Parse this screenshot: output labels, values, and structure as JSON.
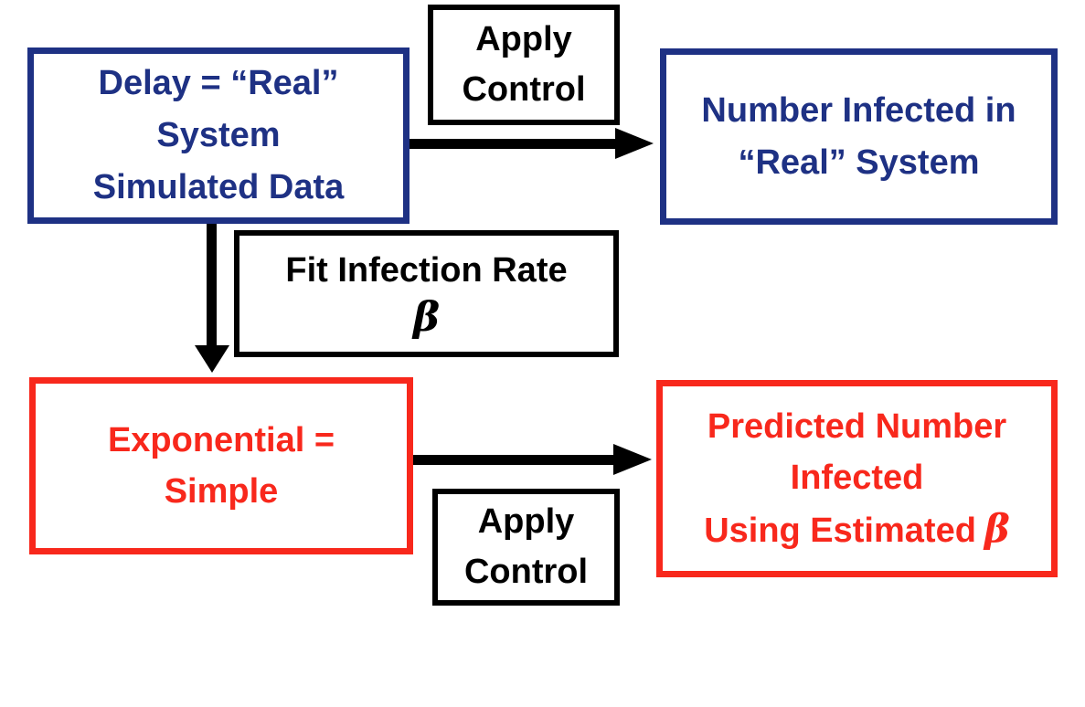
{
  "colors": {
    "blue": "#1E3184",
    "red": "#F8281C",
    "black": "#000000",
    "background": "#FFFFFF"
  },
  "diagram": {
    "real_system_box": {
      "line1": "Delay = “Real”",
      "line2": "System",
      "line3": "Simulated Data"
    },
    "apply_control_top_box": {
      "line1": "Apply",
      "line2": "Control"
    },
    "number_infected_box": {
      "line1": "Number Infected in",
      "line2": "“Real” System"
    },
    "fit_rate_box": {
      "line1": "Fit Infection Rate",
      "beta": "β"
    },
    "exponential_box": {
      "line1": "Exponential =",
      "line2": "Simple"
    },
    "apply_control_bottom_box": {
      "line1": "Apply",
      "line2": "Control"
    },
    "predicted_box": {
      "line1": "Predicted Number",
      "line2": "Infected",
      "line3": "Using Estimated",
      "beta": "β"
    }
  }
}
